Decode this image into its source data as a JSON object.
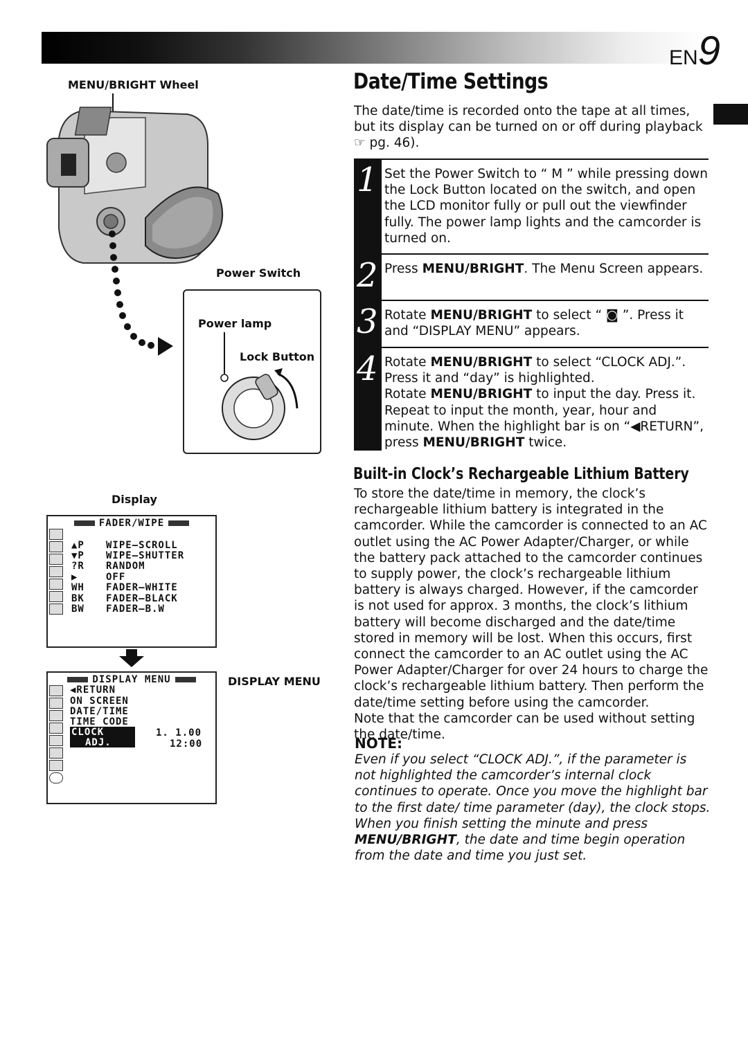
{
  "header": {
    "page_prefix": "EN",
    "page_number": "9"
  },
  "labels": {
    "menu_bright_wheel": "MENU/BRIGHT Wheel",
    "power_switch": "Power Switch",
    "power_lamp": "Power lamp",
    "lock_button": "Lock Button",
    "display": "Display",
    "display_menu": "DISPLAY MENU"
  },
  "osd_fader": {
    "title": "FADER/WIPE",
    "rows": [
      {
        "icon": "▲P",
        "text": "WIPE–SCROLL"
      },
      {
        "icon": "▼P",
        "text": "WIPE–SHUTTER"
      },
      {
        "icon": "?R",
        "text": "RANDOM"
      },
      {
        "icon": "▶",
        "text": "OFF"
      },
      {
        "icon": "WH",
        "text": "FADER–WHITE"
      },
      {
        "icon": "BK",
        "text": "FADER–BLACK"
      },
      {
        "icon": "BW",
        "text": "FADER–B.W"
      }
    ]
  },
  "osd_display": {
    "title": "DISPLAY MENU",
    "rows": [
      "◀RETURN",
      "ON SCREEN",
      "DATE/TIME",
      "TIME CODE"
    ],
    "clock_label_1": "CLOCK",
    "clock_label_2": "ADJ.",
    "date_value": "1. 1.00",
    "time_value": "12:00"
  },
  "title": "Date/Time Settings",
  "intro": "The date/time is recorded onto the tape at all times, but its display can be turned on or off during playback",
  "intro_ref": "☞ pg. 46).",
  "steps": [
    {
      "num": "1",
      "text": "Set the Power Switch to “ M ” while pressing down the Lock Button located on the switch, and open the LCD monitor fully or pull out the viewfinder fully. The power lamp lights and the camcorder is turned on."
    },
    {
      "num": "2",
      "pre": "Press ",
      "bold": "MENU/BRIGHT",
      "post": ". The Menu Screen appears."
    },
    {
      "num": "3",
      "pre": "Rotate ",
      "bold": "MENU/BRIGHT",
      "post": " to select “ ◙ ”. Press it and “DISPLAY MENU” appears."
    },
    {
      "num": "4",
      "line1_pre": "Rotate ",
      "line1_bold": "MENU/BRIGHT",
      "line1_post": " to select “CLOCK ADJ.”. Press it and “day” is highlighted.",
      "line2_pre": "Rotate ",
      "line2_bold": "MENU/BRIGHT",
      "line2_post": " to input the day. Press it. Repeat to input the month, year, hour and minute. When the highlight bar is on “◀RETURN”, press ",
      "line2_bold2": "MENU/BRIGHT",
      "line2_end": " twice."
    }
  ],
  "battery_heading": "Built-in Clock’s Rechargeable Lithium Battery",
  "battery_p1": "To store the date/time in memory, the clock’s rechargeable lithium battery is integrated in the camcorder. While the camcorder is connected to an AC outlet using the AC Power Adapter/Charger, or while the battery pack attached to the camcorder continues to supply power, the clock’s rechargeable lithium battery is always charged. However, if the camcorder is not used for approx. 3 months, the clock’s lithium battery will become discharged and the date/time stored in memory will be lost. When this occurs, first connect the camcorder to an AC outlet using the AC Power Adapter/Charger for over 24 hours to charge the clock’s rechargeable lithium battery. Then perform the date/time setting before using the camcorder.",
  "battery_p2": "Note that the camcorder can be used without setting the date/time.",
  "note_heading": "NOTE:",
  "note_pre": "Even if you select “CLOCK ADJ.”, if the parameter is not highlighted the camcorder’s internal clock continues to operate. Once you move the highlight bar to the first date/ time parameter (day), the clock stops. When you finish setting the minute and press ",
  "note_bold": "MENU/BRIGHT",
  "note_post": ", the date and time begin operation from the date and time you just set."
}
